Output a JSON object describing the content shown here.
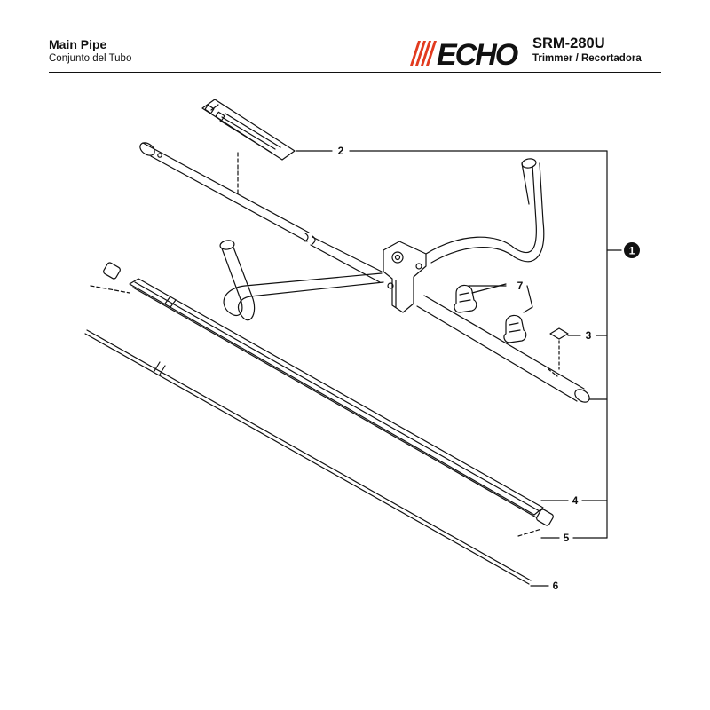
{
  "header": {
    "title": "Main Pipe",
    "subtitle": "Conjunto del Tubo",
    "brand": "ECHO",
    "model": "SRM-280U",
    "description": "Trimmer / Recortadora"
  },
  "callouts": [
    {
      "id": "1",
      "label": "1",
      "style": "filled-circle"
    },
    {
      "id": "2",
      "label": "2"
    },
    {
      "id": "3",
      "label": "3"
    },
    {
      "id": "4",
      "label": "4"
    },
    {
      "id": "5",
      "label": "5"
    },
    {
      "id": "6",
      "label": "6"
    },
    {
      "id": "7",
      "label": "7"
    }
  ],
  "colors": {
    "brand_red": "#e23b1f",
    "ink": "#111111"
  },
  "icons": [
    "echo-logo",
    "warning-label-decal",
    "clamp-clip",
    "handle-bracket"
  ]
}
